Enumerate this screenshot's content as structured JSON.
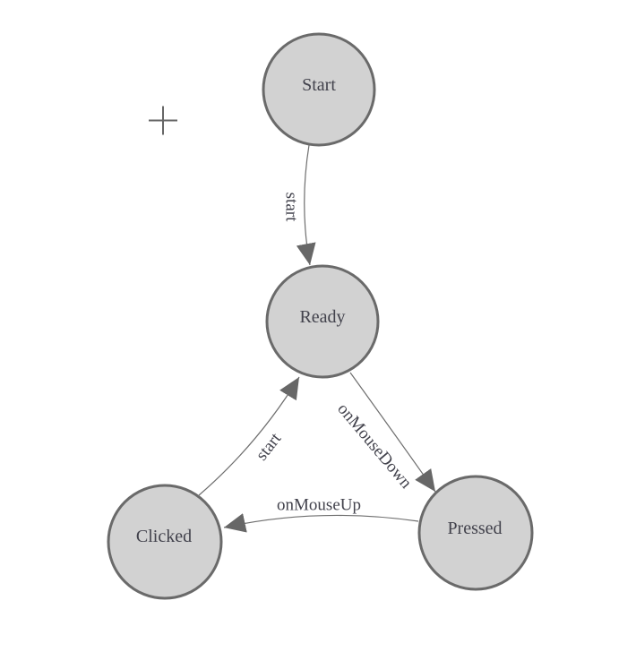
{
  "diagram": {
    "type": "state-machine-graph",
    "colors": {
      "background": "#ffffff",
      "node-fill": "#d2d2d2",
      "node-stroke": "#6a6a6a",
      "edge": "#6e6e6e",
      "arrow": "#676767",
      "text": "#42424c",
      "crosshair": "#666666"
    },
    "nodes": [
      {
        "id": "start",
        "label": "Start"
      },
      {
        "id": "ready",
        "label": "Ready"
      },
      {
        "id": "clicked",
        "label": "Clicked"
      },
      {
        "id": "pressed",
        "label": "Pressed"
      }
    ],
    "edges": [
      {
        "from": "Start",
        "to": "Ready",
        "label": "start"
      },
      {
        "from": "Clicked",
        "to": "Ready",
        "label": "start"
      },
      {
        "from": "Ready",
        "to": "Pressed",
        "label": "onMouseDown"
      },
      {
        "from": "Pressed",
        "to": "Clicked",
        "label": "onMouseUp"
      }
    ],
    "icons": [
      {
        "name": "crosshair-icon",
        "glyph": "+"
      }
    ]
  }
}
